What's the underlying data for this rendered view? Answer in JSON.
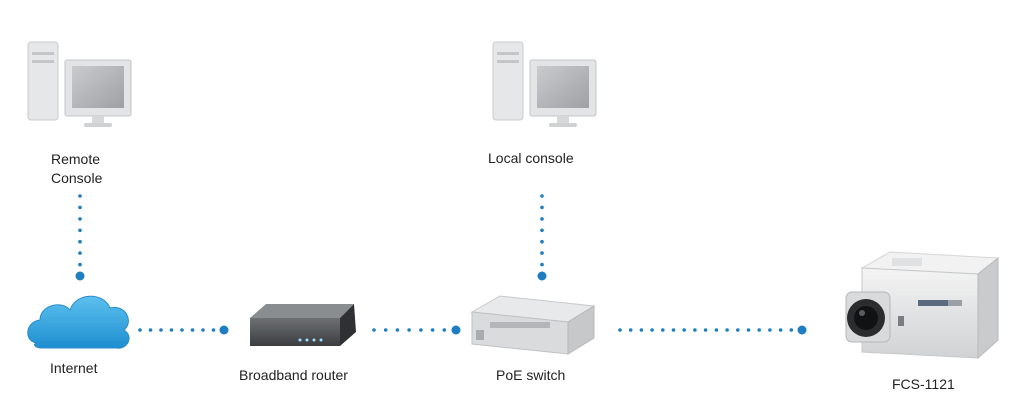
{
  "nodes": {
    "remote_console": {
      "label_line1": "Remote",
      "label_line2": "Console",
      "icon": "desktop-computer-icon"
    },
    "local_console": {
      "label": "Local console",
      "icon": "desktop-computer-icon"
    },
    "internet": {
      "label": "Internet",
      "icon": "cloud-icon"
    },
    "router": {
      "label": "Broadband router",
      "icon": "router-icon"
    },
    "switch": {
      "label": "PoE switch",
      "icon": "switch-icon"
    },
    "camera": {
      "label": "FCS-1121",
      "icon": "ip-camera-icon"
    }
  },
  "colors": {
    "link": "#1f7ec1",
    "cloud": "#3aa2dd",
    "device_gray": "#d6d8db"
  }
}
